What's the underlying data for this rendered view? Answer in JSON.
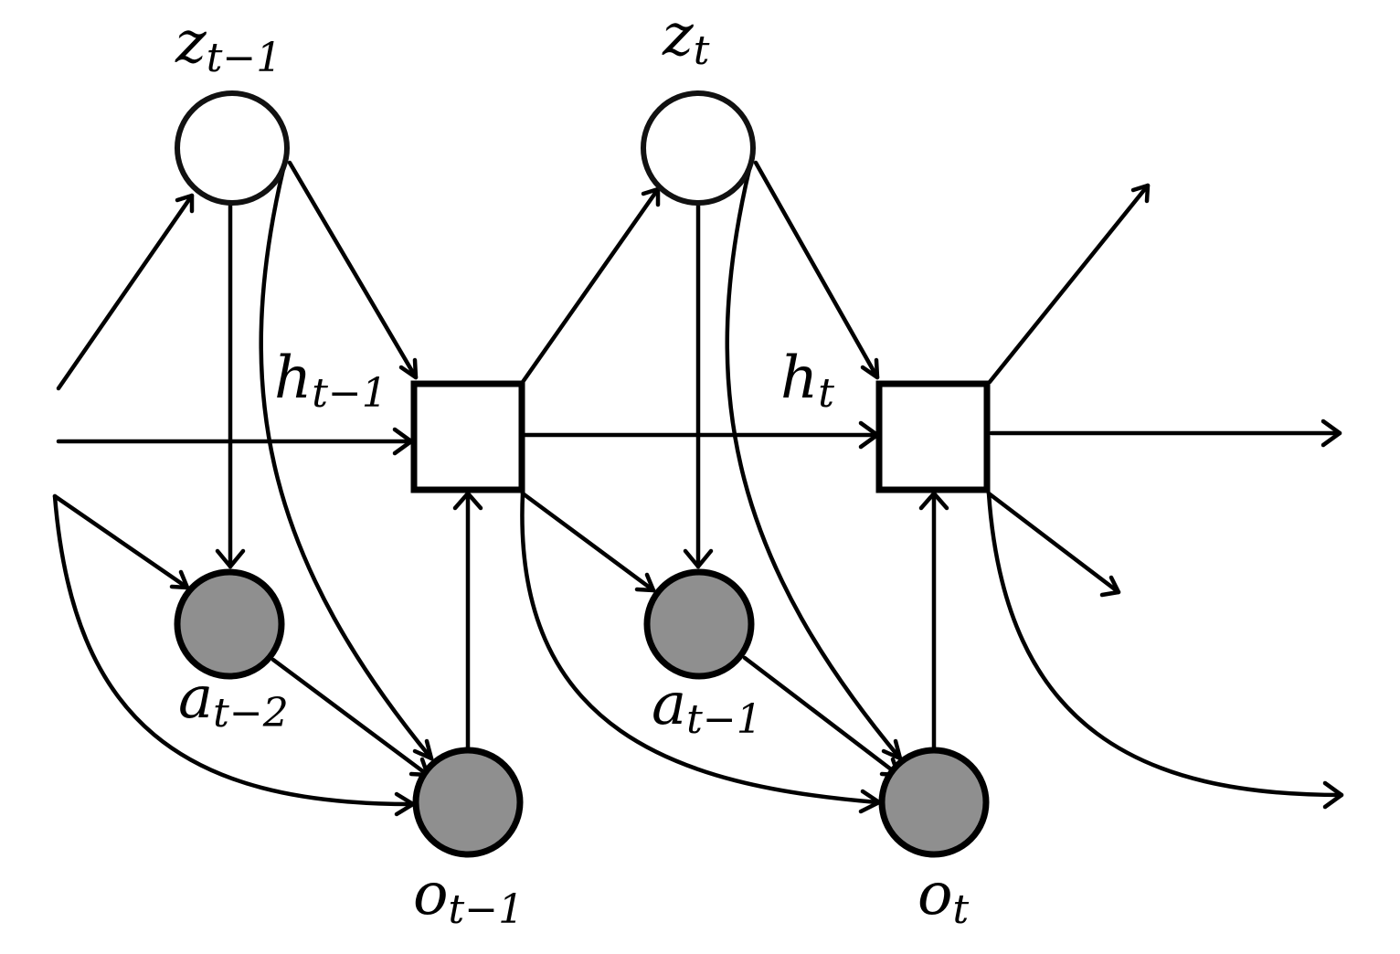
{
  "colors": {
    "stroke": "#000000",
    "observed_fill": "#8f8f8f",
    "latent_fill": "#ffffff",
    "background": "#ffffff"
  },
  "labels": {
    "z_prev": {
      "base": "z",
      "sub": "t−1"
    },
    "z_curr": {
      "base": "z",
      "sub": "t"
    },
    "h_prev": {
      "base": "h",
      "sub": "t−1"
    },
    "h_curr": {
      "base": "h",
      "sub": "t"
    },
    "a_prev2": {
      "base": "a",
      "sub": "t−2"
    },
    "a_prev1": {
      "base": "a",
      "sub": "t−1"
    },
    "o_prev": {
      "base": "o",
      "sub": "t−1"
    },
    "o_curr": {
      "base": "o",
      "sub": "t"
    }
  }
}
